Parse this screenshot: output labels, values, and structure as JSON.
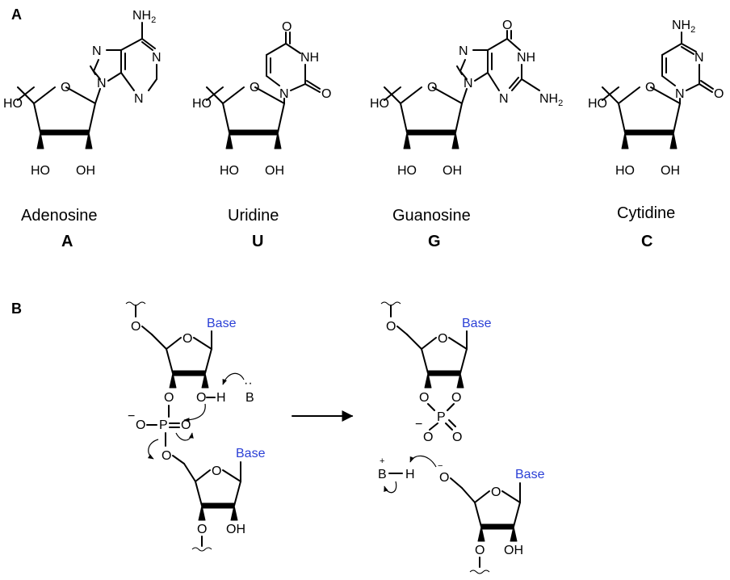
{
  "panels": {
    "a": "A",
    "b": "B"
  },
  "nucleosides": [
    {
      "name": "Adenosine",
      "letter": "A"
    },
    {
      "name": "Uridine",
      "letter": "U"
    },
    {
      "name": "Guanosine",
      "letter": "G"
    },
    {
      "name": "Cytidine",
      "letter": "C"
    }
  ],
  "atoms": {
    "N": "N",
    "NH": "NH",
    "O": "O",
    "H": "H",
    "P": "P",
    "B": "B",
    "NH2": "NH",
    "sub2": "2",
    "HO": "HO",
    "OH": "OH",
    "minus": "−",
    "plus": "+",
    "lonepair": "··"
  },
  "reaction": {
    "base_label": "Base"
  }
}
